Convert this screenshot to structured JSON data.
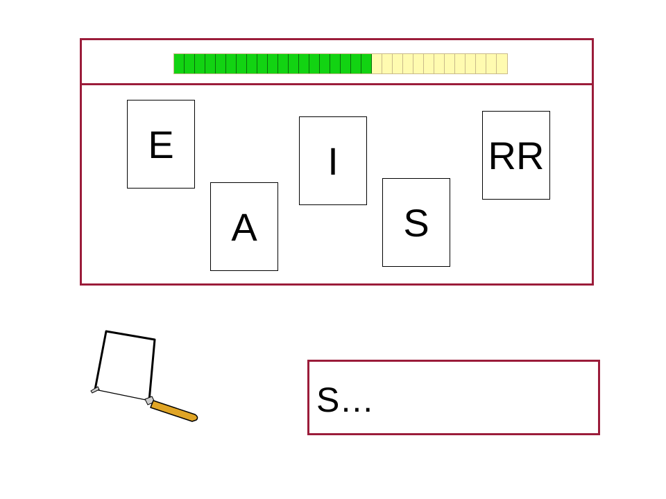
{
  "progress": {
    "filled_segments": 19,
    "total_segments": 32,
    "filled_color": "#12d312",
    "empty_color": "#fffbb0"
  },
  "cards": [
    {
      "id": "card-e",
      "letter": "E"
    },
    {
      "id": "card-a",
      "letter": "A"
    },
    {
      "id": "card-i",
      "letter": "I"
    },
    {
      "id": "card-s",
      "letter": "S"
    },
    {
      "id": "card-rr",
      "letter": "RR"
    }
  ],
  "answer": {
    "text": "S…"
  },
  "picture": {
    "icon": "coping-saw-icon"
  },
  "colors": {
    "frame": "#9b1c3a"
  }
}
